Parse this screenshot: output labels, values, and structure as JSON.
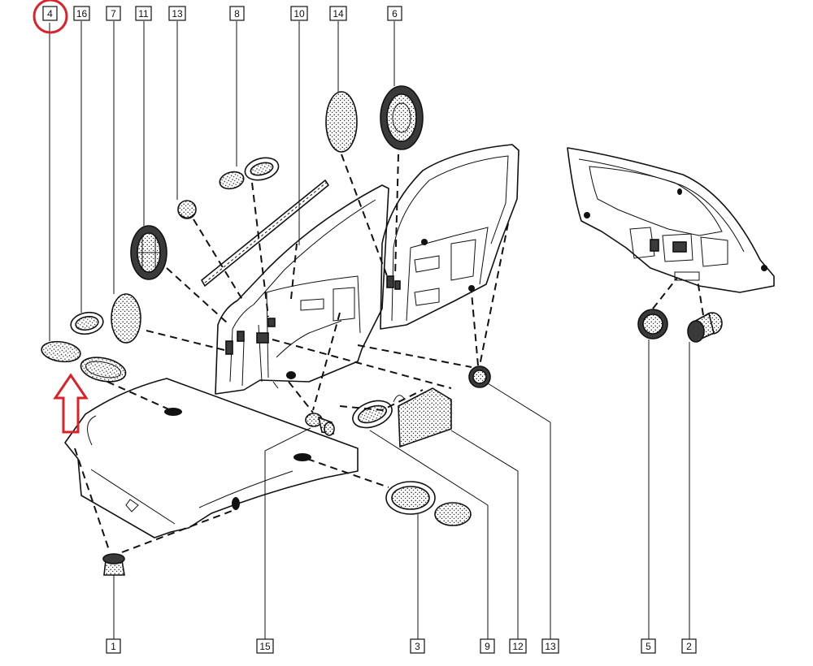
{
  "callouts": {
    "c4": "4",
    "c16": "16",
    "c7": "7",
    "c11": "11",
    "c13a": "13",
    "c8": "8",
    "c10": "10",
    "c14": "14",
    "c6": "6",
    "c1": "1",
    "c15": "15",
    "c3": "3",
    "c9": "9",
    "c12": "12",
    "c13b": "13",
    "c5": "5",
    "c2": "2"
  },
  "colors": {
    "line": "#111111",
    "highlight": "#d9222a",
    "background": "#ffffff"
  },
  "icons": {
    "highlight_circle": "red-circle",
    "highlight_arrow": "red-up-arrow"
  }
}
